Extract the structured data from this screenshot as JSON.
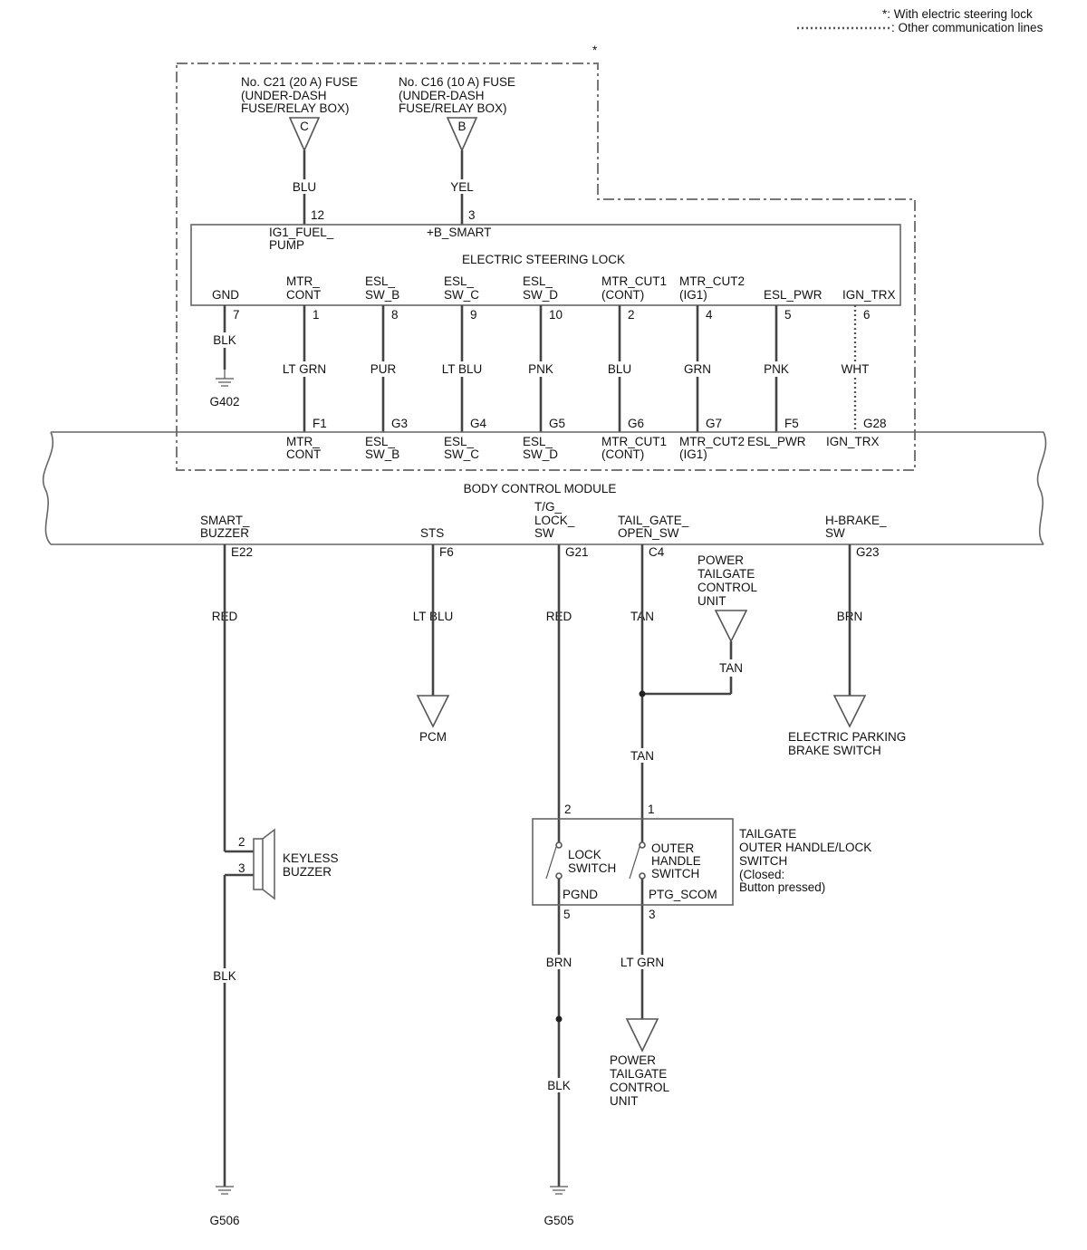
{
  "legend": {
    "star_note": "*: With electric steering lock",
    "dotted_note": ": Other communication lines"
  },
  "star_marker": "*",
  "fuse_c21": {
    "line1": "No. C21 (20 A) FUSE",
    "line2": "(UNDER-DASH",
    "line3": "FUSE/RELAY BOX)",
    "connector": "C",
    "wire_color": "BLU",
    "pin": "12"
  },
  "fuse_c16": {
    "line1": "No. C16 (10 A) FUSE",
    "line2": "(UNDER-DASH",
    "line3": "FUSE/RELAY BOX)",
    "connector": "B",
    "wire_color": "YEL",
    "pin": "3"
  },
  "esl": {
    "title": "ELECTRIC STEERING LOCK",
    "top_term1_line1": "IG1_FUEL_",
    "top_term1_line2": "PUMP",
    "top_term2": "+B_SMART",
    "terminals": [
      {
        "l1": "GND",
        "l2": "",
        "pin": "7",
        "wire": "BLK"
      },
      {
        "l1": "MTR_",
        "l2": "CONT",
        "pin": "1",
        "wire": "LT GRN"
      },
      {
        "l1": "ESL_",
        "l2": "SW_B",
        "pin": "8",
        "wire": "PUR"
      },
      {
        "l1": "ESL_",
        "l2": "SW_C",
        "pin": "9",
        "wire": "LT BLU"
      },
      {
        "l1": "ESL_",
        "l2": "SW_D",
        "pin": "10",
        "wire": "PNK"
      },
      {
        "l1": "MTR_CUT1",
        "l2": "(CONT)",
        "pin": "2",
        "wire": "BLU"
      },
      {
        "l1": "MTR_CUT2",
        "l2": "(IG1)",
        "pin": "4",
        "wire": "GRN"
      },
      {
        "l1": "ESL_PWR",
        "l2": "",
        "pin": "5",
        "wire": "PNK"
      },
      {
        "l1": "IGN_TRX",
        "l2": "",
        "pin": "6",
        "wire": "WHT"
      }
    ],
    "ground": "G402"
  },
  "bcm": {
    "title": "BODY CONTROL MODULE",
    "top_terminals": [
      {
        "pin": "F1",
        "l1": "MTR_",
        "l2": "CONT"
      },
      {
        "pin": "G3",
        "l1": "ESL_",
        "l2": "SW_B"
      },
      {
        "pin": "G4",
        "l1": "ESL_",
        "l2": "SW_C"
      },
      {
        "pin": "G5",
        "l1": "ESL_",
        "l2": "SW_D"
      },
      {
        "pin": "G6",
        "l1": "MTR_CUT1",
        "l2": "(CONT)"
      },
      {
        "pin": "G7",
        "l1": "MTR_CUT2",
        "l2": "(IG1)"
      },
      {
        "pin": "F5",
        "l1": "ESL_PWR",
        "l2": ""
      },
      {
        "pin": "G28",
        "l1": "IGN_TRX",
        "l2": ""
      }
    ],
    "bottom_terminals": [
      {
        "l0": "",
        "l1": "SMART_",
        "l2": "BUZZER",
        "pin": "E22",
        "wire": "RED"
      },
      {
        "l0": "",
        "l1": "",
        "l2": "STS",
        "pin": "F6",
        "wire": "LT BLU"
      },
      {
        "l0": "T/G_",
        "l1": "LOCK_",
        "l2": "SW",
        "pin": "G21",
        "wire": "RED"
      },
      {
        "l0": "",
        "l1": "TAIL_GATE_",
        "l2": "OPEN_SW",
        "pin": "C4",
        "wire": "TAN"
      },
      {
        "l0": "",
        "l1": "H-BRAKE_",
        "l2": "SW",
        "pin": "G23",
        "wire": "BRN"
      }
    ]
  },
  "pcm": "PCM",
  "ptcu_top": {
    "l1": "POWER",
    "l2": "TAILGATE",
    "l3": "CONTROL",
    "l4": "UNIT",
    "wire": "TAN"
  },
  "tan_after_splice": "TAN",
  "epb": {
    "l1": "ELECTRIC PARKING",
    "l2": "BRAKE SWITCH"
  },
  "buzzer": {
    "l1": "KEYLESS",
    "l2": "BUZZER",
    "pin_top": "2",
    "pin_bottom": "3",
    "wire": "BLK",
    "ground": "G506"
  },
  "tailgate_switch": {
    "l1": "TAILGATE",
    "l2": "OUTER HANDLE/LOCK",
    "l3": "SWITCH",
    "l4": "(Closed:",
    "l5": "Button pressed)",
    "lock_l1": "LOCK",
    "lock_l2": "SWITCH",
    "outer_l1": "OUTER",
    "outer_l2": "HANDLE",
    "outer_l3": "SWITCH",
    "pin_lock_top": "2",
    "pin_outer_top": "1",
    "pgnd": "PGND",
    "ptg_scom": "PTG_SCOM",
    "pin_pgnd": "5",
    "pin_ptg": "3"
  },
  "pgnd_wire_1": "BRN",
  "pgnd_wire_2": "BLK",
  "ground_g505": "G505",
  "ptg_wire": "LT GRN",
  "ptcu_bottom": {
    "l1": "POWER",
    "l2": "TAILGATE",
    "l3": "CONTROL",
    "l4": "UNIT"
  }
}
